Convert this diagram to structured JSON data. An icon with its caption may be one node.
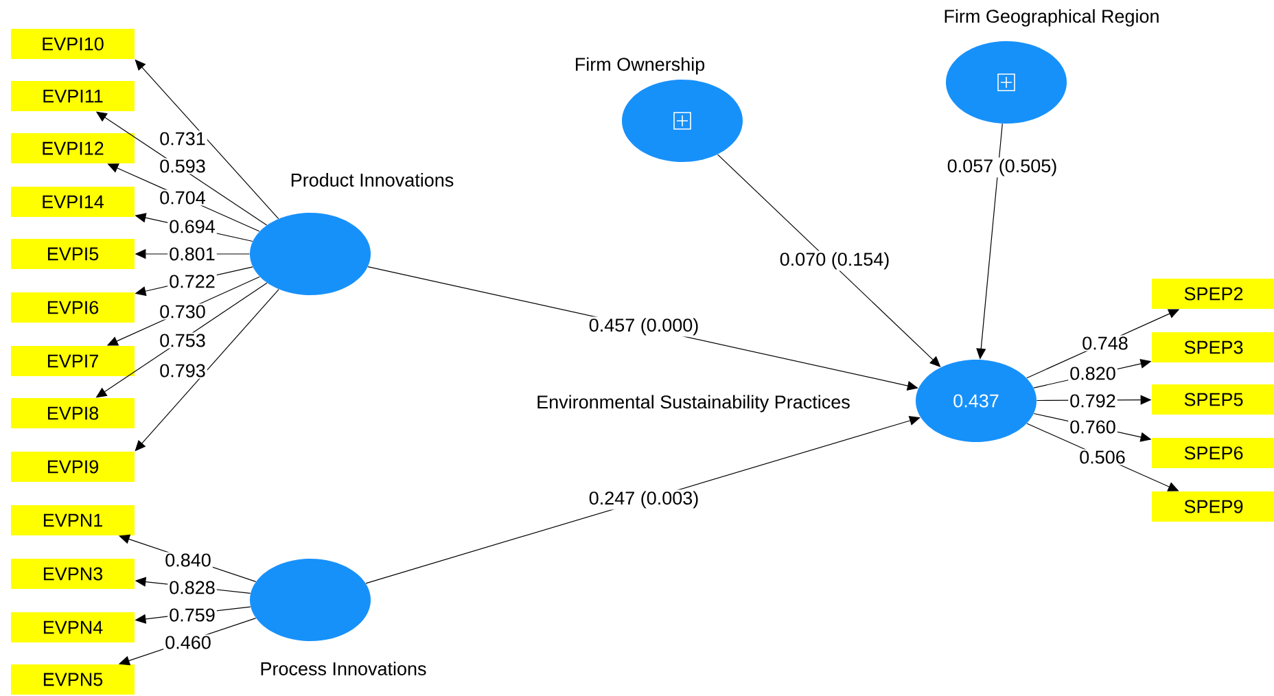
{
  "diagram": {
    "nodes": [
      {
        "text": [
          "EVPI10"
        ]
      },
      {
        "text": [
          "EVPI11"
        ]
      },
      {
        "text": [
          "EVPI12"
        ]
      },
      {
        "text": [
          "EVPI14"
        ]
      },
      {
        "text": [
          "EVPI5"
        ]
      },
      {
        "text": [
          "EVPI6"
        ]
      },
      {
        "text": [
          "EVPI7"
        ]
      },
      {
        "text": [
          "EVPI8"
        ]
      },
      {
        "text": [
          "EVPI9"
        ]
      },
      {
        "text": [
          "EVPN1"
        ]
      },
      {
        "text": [
          "EVPN3"
        ]
      },
      {
        "text": [
          "EVPN4"
        ]
      },
      {
        "text": [
          "EVPN5"
        ]
      },
      {
        "text": [
          "Firm Ownership"
        ]
      },
      {
        "text": [
          "Firm Geographical Region"
        ]
      },
      {
        "text": [
          "Product Innovations"
        ]
      },
      {
        "text": [
          "Environmental Sustainability Practices",
          "0.437"
        ]
      },
      {
        "text": [
          "Process Innovations"
        ]
      },
      {
        "text": [
          "SPEP2"
        ]
      },
      {
        "text": [
          "SPEP3"
        ]
      },
      {
        "text": [
          "SPEP5"
        ]
      },
      {
        "text": [
          "SPEP6"
        ]
      },
      {
        "text": [
          "SPEP9"
        ]
      }
    ],
    "edges": [
      {
        "from": 15,
        "to": 0,
        "arrow": "to",
        "label": "0.731"
      },
      {
        "from": 15,
        "to": 1,
        "arrow": "to",
        "label": "0.593"
      },
      {
        "from": 15,
        "to": 2,
        "arrow": "to",
        "label": "0.704"
      },
      {
        "from": 15,
        "to": 3,
        "arrow": "to",
        "label": "0.694"
      },
      {
        "from": 15,
        "to": 4,
        "arrow": "to",
        "label": "0.801"
      },
      {
        "from": 15,
        "to": 5,
        "arrow": "to",
        "label": "0.722"
      },
      {
        "from": 15,
        "to": 6,
        "arrow": "to",
        "label": "0.730"
      },
      {
        "from": 15,
        "to": 7,
        "arrow": "to",
        "label": "0.753"
      },
      {
        "from": 15,
        "to": 8,
        "arrow": "to",
        "label": "0.793"
      },
      {
        "from": 17,
        "to": 9,
        "arrow": "to",
        "label": "0.840"
      },
      {
        "from": 17,
        "to": 10,
        "arrow": "to",
        "label": "0.828"
      },
      {
        "from": 17,
        "to": 11,
        "arrow": "to",
        "label": "0.759"
      },
      {
        "from": 17,
        "to": 12,
        "arrow": "to",
        "label": "0.460"
      },
      {
        "from": 13,
        "to": 16,
        "arrow": "to",
        "label": "0.070 (0.154)"
      },
      {
        "from": 14,
        "to": 16,
        "arrow": "to",
        "label": "0.057 (0.505)"
      },
      {
        "from": 15,
        "to": 16,
        "arrow": "to",
        "label": "0.457 (0.000)"
      },
      {
        "from": 17,
        "to": 16,
        "arrow": "to",
        "label": "0.247 (0.003)"
      },
      {
        "from": 16,
        "to": 18,
        "arrow": "to",
        "label": "0.748"
      },
      {
        "from": 16,
        "to": 19,
        "arrow": "to",
        "label": "0.820"
      },
      {
        "from": 16,
        "to": 20,
        "arrow": "to",
        "label": "0.792"
      },
      {
        "from": 16,
        "to": 21,
        "arrow": "to",
        "label": "0.760"
      },
      {
        "from": 16,
        "to": 22,
        "arrow": "to",
        "label": "0.506"
      }
    ]
  }
}
